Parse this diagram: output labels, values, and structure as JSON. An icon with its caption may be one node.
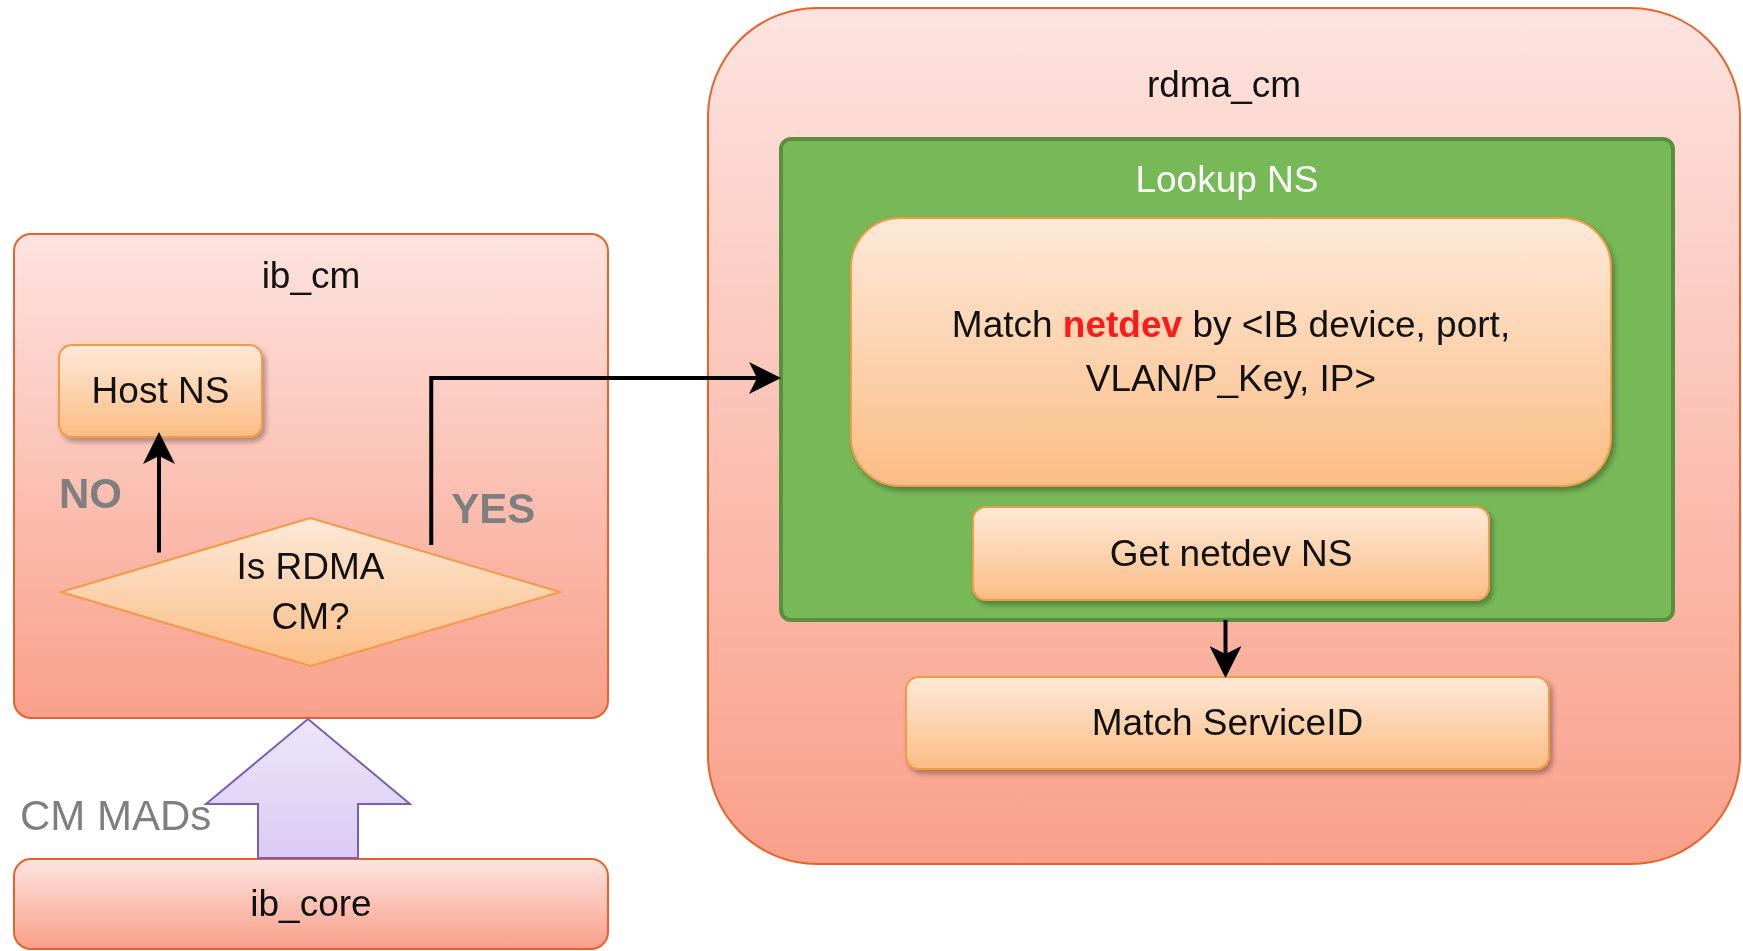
{
  "diagram": {
    "nodes": [
      {
        "text": [
          "ib_cm"
        ]
      },
      {
        "text": [
          "Host NS"
        ],
        "in": 0
      },
      {
        "text": [
          "Is RDMA CM?"
        ],
        "in": 0
      },
      {
        "text": [
          "ib_core"
        ]
      },
      {
        "text": [
          "rdma_cm"
        ]
      },
      {
        "text": [
          "Lookup NS"
        ],
        "in": 4
      },
      {
        "text": [
          "Match **netdev** by <IB device, port, VLAN/P_Key, IP>"
        ],
        "in": 5
      },
      {
        "text": [
          "Get netdev NS"
        ],
        "in": 5
      },
      {
        "text": [
          "Match ServiceID"
        ],
        "in": 4
      }
    ],
    "edges": [
      {
        "from": 2,
        "to": 1,
        "arrow": "to",
        "label": "NO"
      },
      {
        "from": 2,
        "to": 5,
        "arrow": "to",
        "label": "YES"
      },
      {
        "from": 7,
        "to": 8,
        "arrow": "to"
      },
      {
        "from": 3,
        "to": 0,
        "arrow": "to",
        "label": "CM MADs",
        "style": "thick",
        "color": "#d9cbf2"
      }
    ]
  }
}
